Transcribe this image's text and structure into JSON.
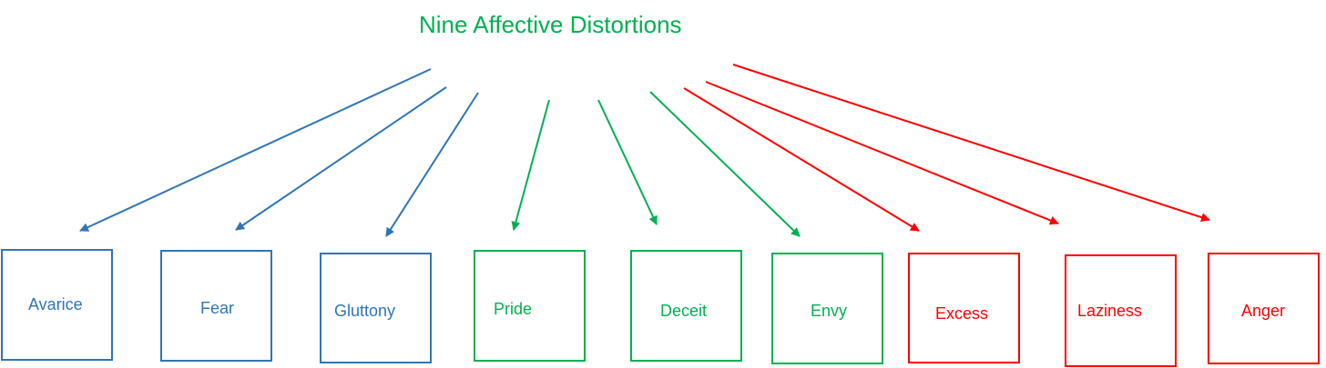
{
  "title": "Nine Affective Distortions",
  "colors": {
    "blue": "#2e75b6",
    "green": "#00b050",
    "red": "#ff0000"
  },
  "boxes": [
    {
      "label": "Avarice",
      "color": "blue"
    },
    {
      "label": "Fear",
      "color": "blue"
    },
    {
      "label": "Gluttony",
      "color": "blue"
    },
    {
      "label": "Pride",
      "color": "green"
    },
    {
      "label": "Deceit",
      "color": "green"
    },
    {
      "label": "Envy",
      "color": "green"
    },
    {
      "label": "Excess",
      "color": "red"
    },
    {
      "label": "Laziness",
      "color": "red"
    },
    {
      "label": "Anger",
      "color": "red"
    }
  ]
}
